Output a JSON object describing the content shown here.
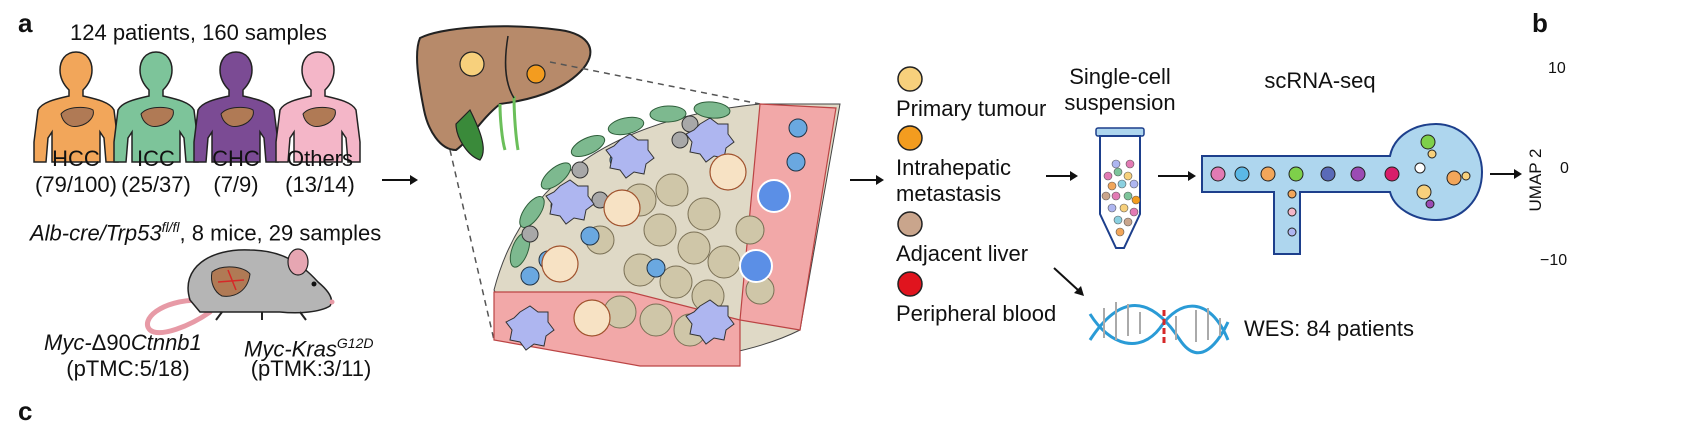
{
  "panel_a": {
    "letter": "a",
    "header": "124 patients, 160 samples",
    "cancers": [
      {
        "name": "HCC",
        "count": "(79/100)",
        "color": "#f2a65a"
      },
      {
        "name": "ICC",
        "count": "(25/37)",
        "color": "#7dc49a"
      },
      {
        "name": "CHC",
        "count": "(7/9)",
        "color": "#7b4b94"
      },
      {
        "name": "Others",
        "count": "(13/14)",
        "color": "#f4b6c8"
      }
    ],
    "mouse_header_italic": "Alb-cre/Trp53",
    "mouse_header_sup": "fl/fl",
    "mouse_header_rest": ", 8 mice, 29 samples",
    "models": [
      {
        "name_a": "Myc-",
        "name_b": "Δ90",
        "name_c": "Ctnnb1",
        "sup": "",
        "count": "(pTMC:5/18)"
      },
      {
        "name_a": "Myc-Kras",
        "name_b": "",
        "name_c": "",
        "sup": "G12D",
        "count": "(pTMK:3/11)"
      }
    ]
  },
  "sample_types": [
    {
      "label_lines": [
        "Primary tumour"
      ],
      "color": "#f7d07c"
    },
    {
      "label_lines": [
        "Intrahepatic",
        "metastasis"
      ],
      "color": "#f39c1f"
    },
    {
      "label_lines": [
        "Adjacent liver"
      ],
      "color": "#c9a58c"
    },
    {
      "label_lines": [
        "Peripheral blood"
      ],
      "color": "#e0141e"
    }
  ],
  "steps": {
    "suspension_line1": "Single-cell",
    "suspension_line2": "suspension",
    "scrna": "scRNA-seq",
    "wes": "WES: 84 patients"
  },
  "panel_b": {
    "letter": "b",
    "axis_label": "UMAP 2",
    "tick_top": "10",
    "tick_mid": "0",
    "tick_bottom": "−10"
  },
  "panel_c_letter_fragment": "c",
  "colors": {
    "liver": "#b78a6a",
    "vessel": "#f2a8a8",
    "chip": "#aed6ee",
    "dna_blue": "#2a9bd6",
    "dna_red": "#d62828"
  }
}
